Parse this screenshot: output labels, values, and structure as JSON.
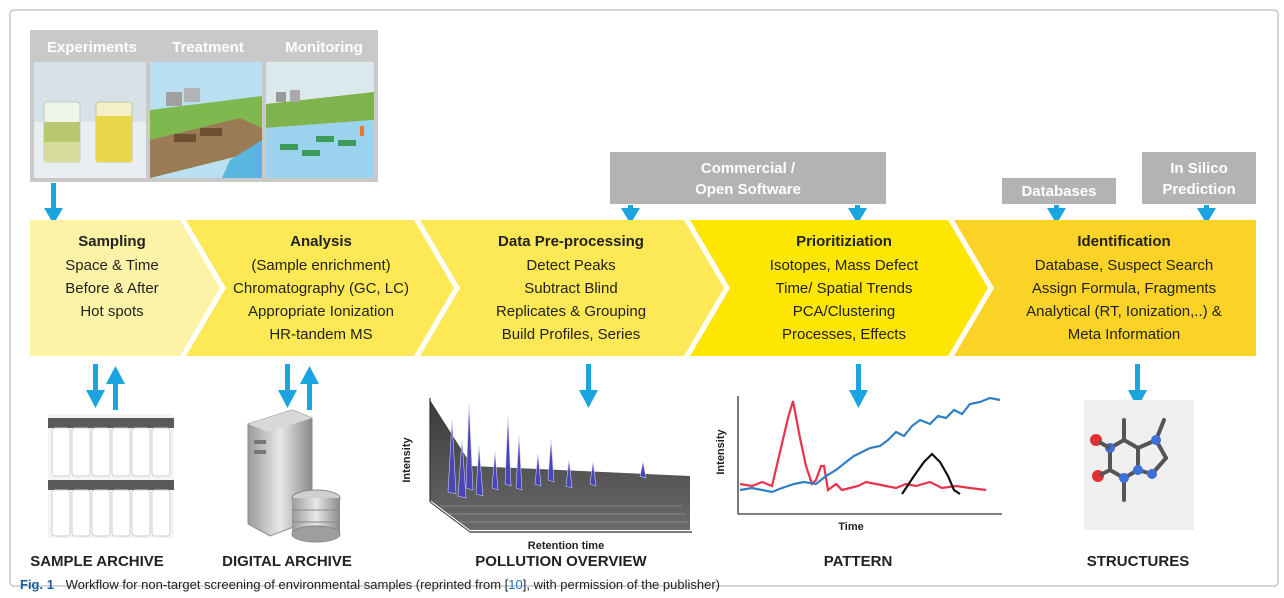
{
  "top_panels": {
    "experiments": "Experiments",
    "treatment": "Treatment",
    "monitoring": "Monitoring"
  },
  "inputs": {
    "software": [
      "Commercial /",
      "Open Software"
    ],
    "databases": "Databases",
    "insilico": [
      "In Silico",
      "Prediction"
    ]
  },
  "steps": [
    {
      "title": "Sampling",
      "lines": [
        "Space & Time",
        "Before & After",
        "Hot spots"
      ]
    },
    {
      "title": "Analysis",
      "lines": [
        "(Sample enrichment)",
        "Chromatography (GC, LC)",
        "Appropriate Ionization",
        "HR-tandem MS"
      ]
    },
    {
      "title": "Data Pre-processing",
      "lines": [
        "Detect Peaks",
        "Subtract Blind",
        "Replicates & Grouping",
        "Build Profiles, Series"
      ]
    },
    {
      "title": "Prioritiziation",
      "lines": [
        "Isotopes, Mass Defect",
        "Time/ Spatial Trends",
        "PCA/Clustering",
        "Processes, Effects"
      ]
    },
    {
      "title": "Identification",
      "lines": [
        "Database, Suspect Search",
        "Assign Formula, Fragments",
        "Analytical (RT, Ionization,..) &",
        "Meta Information"
      ]
    }
  ],
  "bottom_labels": [
    "SAMPLE ARCHIVE",
    "DIGITAL ARCHIVE",
    "POLLUTION OVERVIEW",
    "PATTERN",
    "STRUCTURES"
  ],
  "axes": {
    "overview_y": "Intensity",
    "overview_x": "Retention time",
    "pattern_y": "Intensity",
    "pattern_x": "Time"
  },
  "caption": {
    "label": "Fig. 1",
    "text_before": "Workflow for non-target screening of environmental samples (reprinted from [",
    "ref": "10",
    "text_after": "], with permission of the publisher)"
  },
  "colors": {
    "arrow": "#1ba5e0",
    "grey_box": "#b3b3b3",
    "stage_light": "#fdf3a6",
    "stage_yellow": "#fde956",
    "stage_bright": "#fde600",
    "stage_gold": "#fbd327"
  }
}
